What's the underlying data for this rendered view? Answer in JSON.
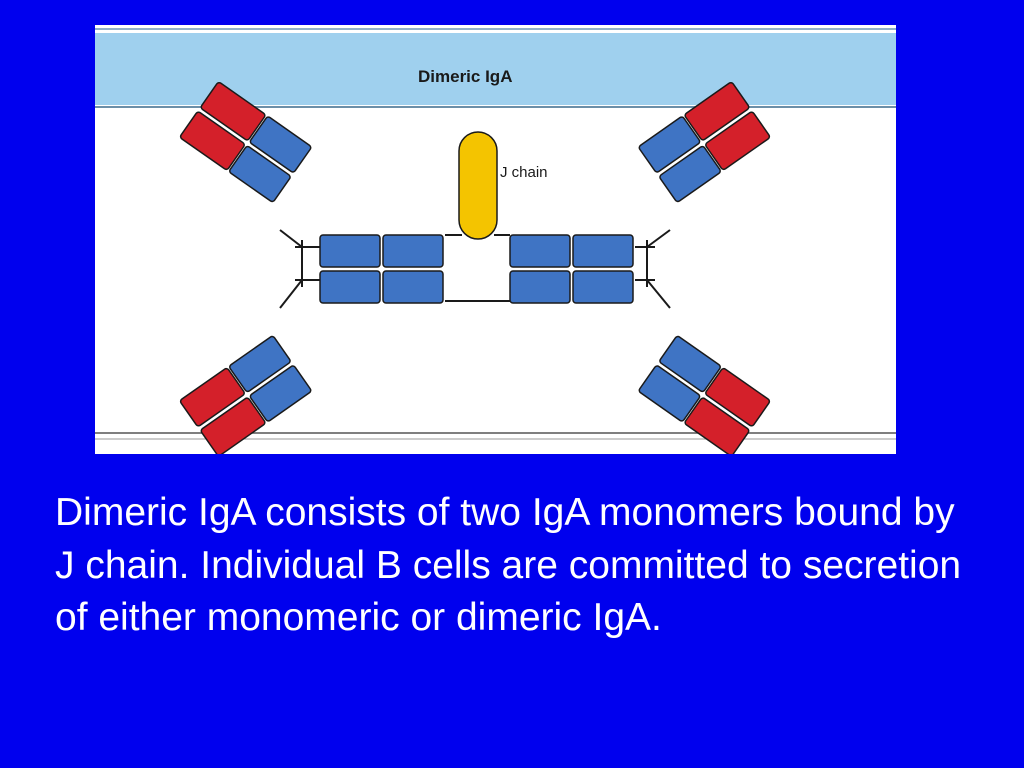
{
  "slide": {
    "background_color": "#0000ee",
    "caption": "Dimeric IgA consists of two IgA monomers bound by J chain.  Individual B cells are committed to secretion of either monomeric or dimeric IgA."
  },
  "figure": {
    "title": "Dimeric  IgA",
    "j_chain_label": "J chain",
    "colors": {
      "panel_background": "#ffffff",
      "title_band": "#9fd0ee",
      "heavy_chain": "#3f74c4",
      "light_chain": "#d4202a",
      "j_chain": "#f4c400",
      "outline": "#1a1a1a"
    }
  }
}
